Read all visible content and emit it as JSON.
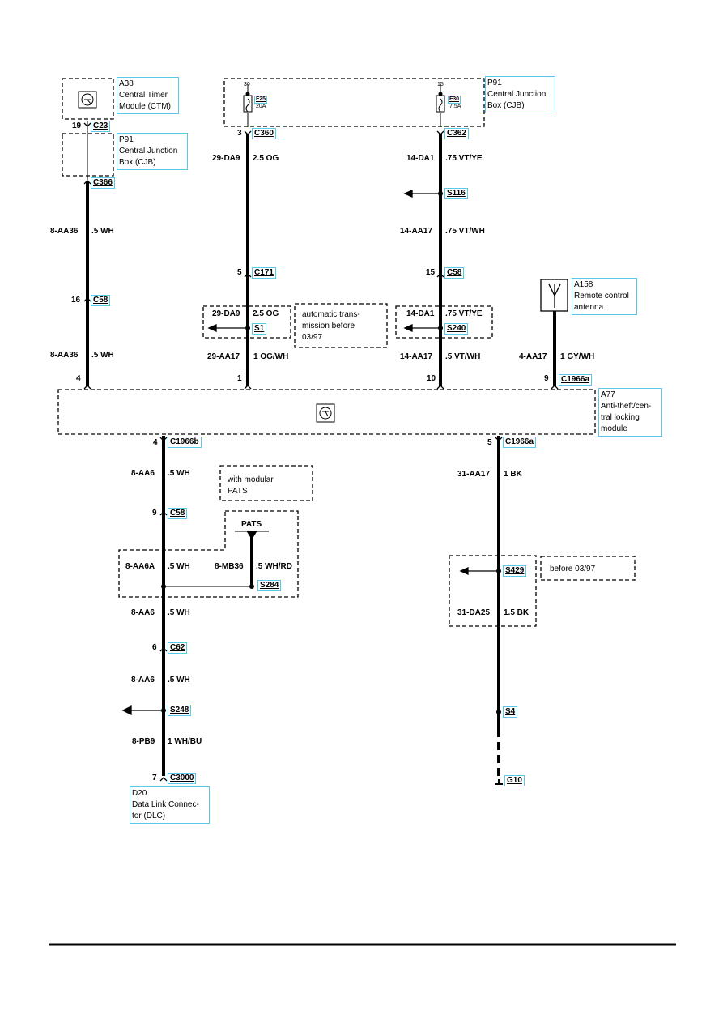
{
  "components": {
    "a38": [
      "A38",
      "Central Timer",
      "Module (CTM)"
    ],
    "p91_left": [
      "P91",
      "Central Junction",
      "Box (CJB)"
    ],
    "p91_top": [
      "P91",
      "Central Junction",
      "Box (CJB)"
    ],
    "a158": [
      "A158",
      "Remote control",
      "antenna"
    ],
    "a77": [
      "A77",
      "Anti-theft/cen-",
      "tral locking",
      "module"
    ],
    "d20": [
      "D20",
      "Data Link Connec-",
      "tor (DLC)"
    ]
  },
  "fuses": {
    "f25": {
      "pin": "30",
      "id": "F25",
      "rating": "20A"
    },
    "f30": {
      "pin": "15",
      "id": "F30",
      "rating": "7.5A"
    }
  },
  "connectors": {
    "c23": "C23",
    "c366": "C366",
    "c58_a": "C58",
    "c360": "C360",
    "c171": "C171",
    "s1": "S1",
    "c362": "C362",
    "s116": "S116",
    "c58_b": "C58",
    "s240": "S240",
    "c1966a_top": "C1966a",
    "c1966b": "C1966b",
    "c58_c": "C58",
    "s284": "S284",
    "c62": "C62",
    "s248": "S248",
    "c3000": "C3000",
    "c1966a_bot": "C1966a",
    "s429": "S429",
    "s4": "S4",
    "g10": "G10"
  },
  "pins": {
    "p19": "19",
    "p3": "3",
    "p5": "5",
    "p16": "16",
    "p4": "4",
    "p1": "1",
    "p15": "15",
    "p10": "10",
    "p9": "9",
    "p4b": "4",
    "p9b": "9",
    "p6": "6",
    "p7": "7",
    "p5b": "5"
  },
  "wires": {
    "w1": {
      "circuit": "8-AA36",
      "spec": ".5 WH"
    },
    "w2": {
      "circuit": "8-AA36",
      "spec": ".5 WH"
    },
    "w3": {
      "circuit": "29-DA9",
      "spec": "2.5 OG"
    },
    "w4": {
      "circuit": "29-DA9",
      "spec": "2.5 OG"
    },
    "w5": {
      "circuit": "29-AA17",
      "spec": "1 OG/WH"
    },
    "w6": {
      "circuit": "14-DA1",
      "spec": ".75 VT/YE"
    },
    "w7": {
      "circuit": "14-AA17",
      "spec": ".75 VT/WH"
    },
    "w8": {
      "circuit": "14-DA1",
      "spec": ".75 VT/YE"
    },
    "w9": {
      "circuit": "14-AA17",
      "spec": ".5 VT/WH"
    },
    "w10": {
      "circuit": "4-AA17",
      "spec": "1 GY/WH"
    },
    "w11": {
      "circuit": "8-AA6",
      "spec": ".5 WH"
    },
    "w12": {
      "circuit": "8-AA6A",
      "spec": ".5 WH"
    },
    "w13": {
      "circuit": "8-MB36",
      "spec": ".5 WH/RD"
    },
    "w14": {
      "circuit": "8-AA6",
      "spec": ".5 WH"
    },
    "w15": {
      "circuit": "8-AA6",
      "spec": ".5 WH"
    },
    "w16": {
      "circuit": "8-PB9",
      "spec": "1 WH/BU"
    },
    "w17": {
      "circuit": "31-AA17",
      "spec": "1 BK"
    },
    "w18": {
      "circuit": "31-DA25",
      "spec": "1.5 BK"
    }
  },
  "notes": {
    "auto_trans": [
      "automatic trans-",
      "mission before",
      "03/97"
    ],
    "modular_pats": [
      "with modular",
      "PATS"
    ],
    "before_0397": "before 03/97",
    "pats": "PATS"
  }
}
